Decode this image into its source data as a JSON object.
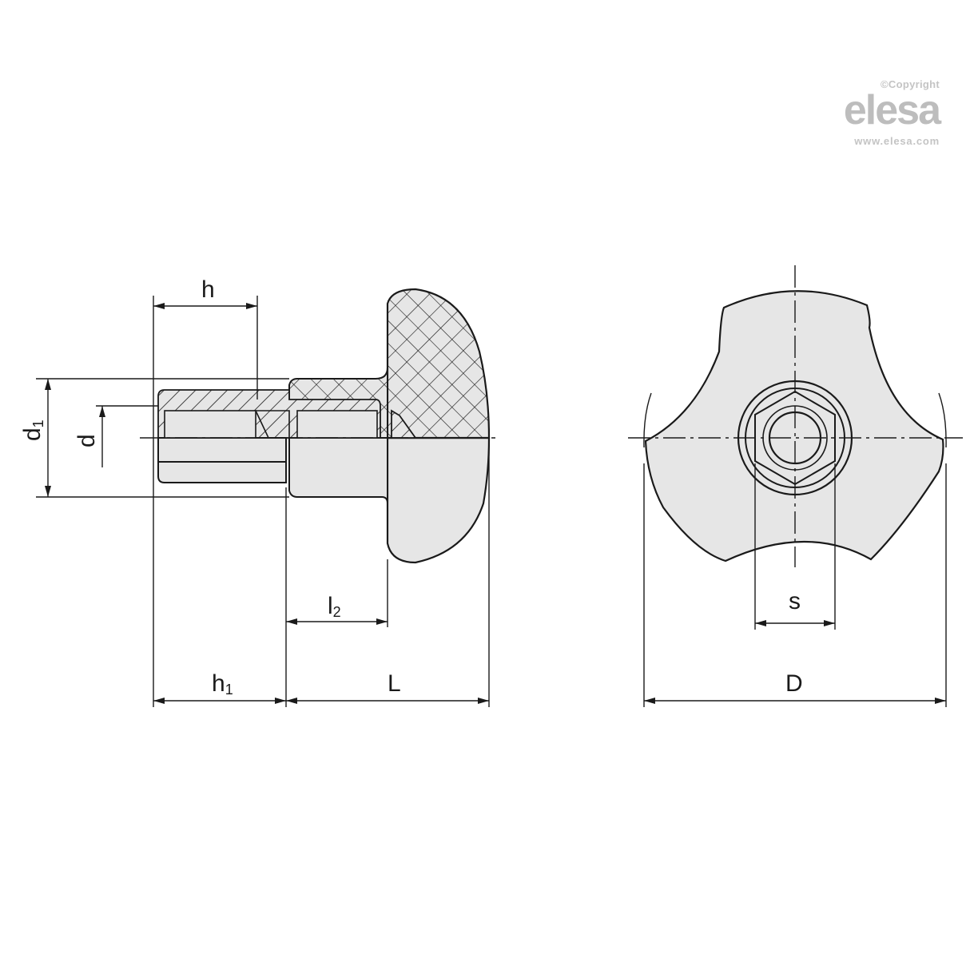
{
  "watermark": {
    "copyright": "©Copyright",
    "brand": "elesa",
    "url": "www.elesa.com"
  },
  "colors": {
    "line": "#1a1a1a",
    "fill": "#e6e6e6",
    "watermark": "#c4c4c4"
  },
  "side_view": {
    "labels": {
      "h": "h",
      "d1_main": "d",
      "d1_sub": "1",
      "d": "d",
      "l2_main": "l",
      "l2_sub": "2",
      "h1_main": "h",
      "h1_sub": "1",
      "L": "L"
    }
  },
  "front_view": {
    "labels": {
      "s": "s",
      "D": "D"
    }
  }
}
